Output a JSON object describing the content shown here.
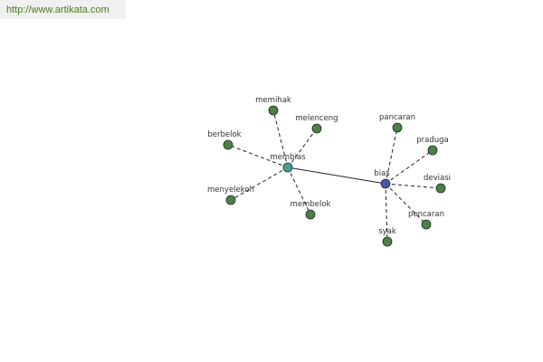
{
  "watermark": {
    "text": "http://www.artikata.com"
  },
  "colors": {
    "hub_a": "#4a9a9a",
    "hub_b": "#4a55a8",
    "leaf": "#4d8046",
    "node_stroke": "#1e2e1e",
    "edge": "#222222",
    "label": "#333333"
  },
  "graph": {
    "nodes": [
      {
        "id": "membias",
        "label": "membias",
        "kind": "hub_a"
      },
      {
        "id": "bias",
        "label": "bias",
        "kind": "hub_b"
      },
      {
        "id": "memihak",
        "label": "memihak",
        "kind": "leaf"
      },
      {
        "id": "melenceng",
        "label": "melenceng",
        "kind": "leaf"
      },
      {
        "id": "berbelok",
        "label": "berbelok",
        "kind": "leaf"
      },
      {
        "id": "menyelekoh",
        "label": "menyelekoh",
        "kind": "leaf"
      },
      {
        "id": "membelok",
        "label": "membelok",
        "kind": "leaf"
      },
      {
        "id": "pancaran",
        "label": "pancaran",
        "kind": "leaf"
      },
      {
        "id": "praduga",
        "label": "praduga",
        "kind": "leaf"
      },
      {
        "id": "deviasi",
        "label": "deviasi",
        "kind": "leaf"
      },
      {
        "id": "pencaran",
        "label": "pencaran",
        "kind": "leaf"
      },
      {
        "id": "syak",
        "label": "syak",
        "kind": "leaf"
      }
    ],
    "edges": [
      {
        "from": "membias",
        "to": "bias",
        "style": "solid"
      },
      {
        "from": "membias",
        "to": "memihak",
        "style": "dashed"
      },
      {
        "from": "membias",
        "to": "melenceng",
        "style": "dashed"
      },
      {
        "from": "membias",
        "to": "berbelok",
        "style": "dashed"
      },
      {
        "from": "membias",
        "to": "menyelekoh",
        "style": "dashed"
      },
      {
        "from": "membias",
        "to": "membelok",
        "style": "dashed"
      },
      {
        "from": "bias",
        "to": "pancaran",
        "style": "dashed"
      },
      {
        "from": "bias",
        "to": "praduga",
        "style": "dashed"
      },
      {
        "from": "bias",
        "to": "deviasi",
        "style": "dashed"
      },
      {
        "from": "bias",
        "to": "pencaran",
        "style": "dashed"
      },
      {
        "from": "bias",
        "to": "syak",
        "style": "dashed"
      }
    ]
  }
}
